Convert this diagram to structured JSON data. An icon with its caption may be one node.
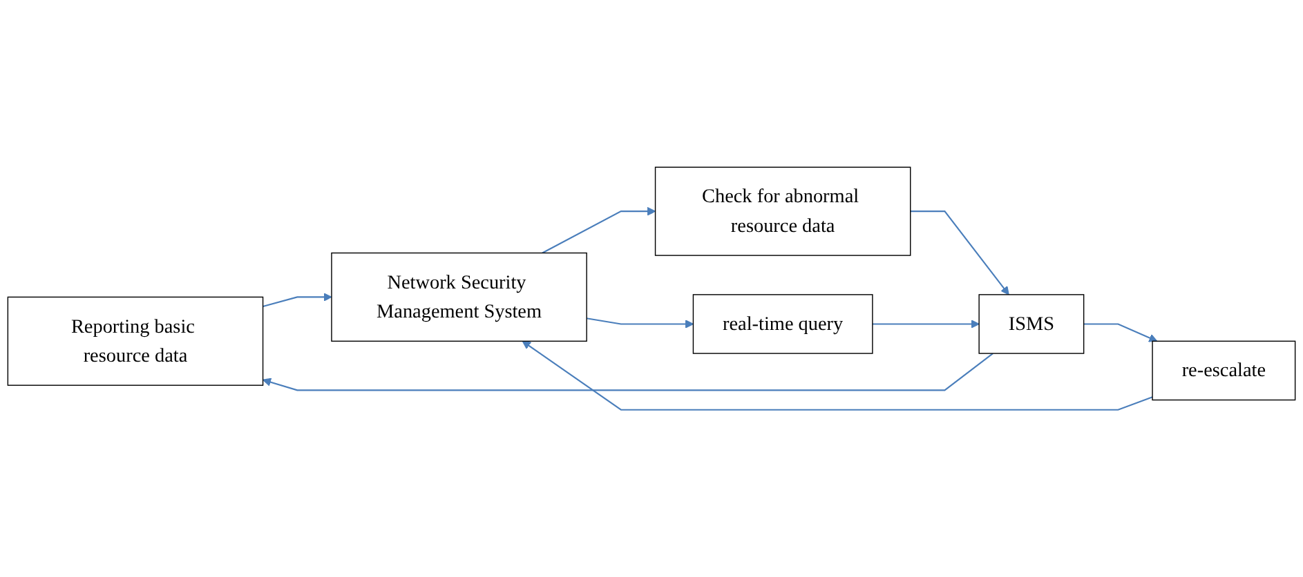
{
  "diagram": {
    "nodes": [
      {
        "text": [
          "Reporting basic resource data"
        ]
      },
      {
        "text": [
          "Check for abnormal resource data"
        ]
      },
      {
        "text": [
          "Network Security Management System"
        ]
      },
      {
        "text": [
          "ISMS"
        ]
      },
      {
        "text": [
          "re-escalate"
        ]
      },
      {
        "text": [
          "real-time query"
        ]
      }
    ],
    "edges": [
      {
        "from": 3,
        "to": 0,
        "arrow": "to"
      },
      {
        "from": 0,
        "to": 2,
        "arrow": "to"
      },
      {
        "from": 2,
        "to": 1,
        "arrow": "to"
      },
      {
        "from": 1,
        "to": 3,
        "arrow": "to"
      },
      {
        "from": 3,
        "to": 4,
        "arrow": "to"
      },
      {
        "from": 4,
        "to": 2,
        "arrow": "to"
      },
      {
        "from": 2,
        "to": 5,
        "arrow": "to"
      },
      {
        "from": 5,
        "to": 3,
        "arrow": "to"
      }
    ]
  }
}
